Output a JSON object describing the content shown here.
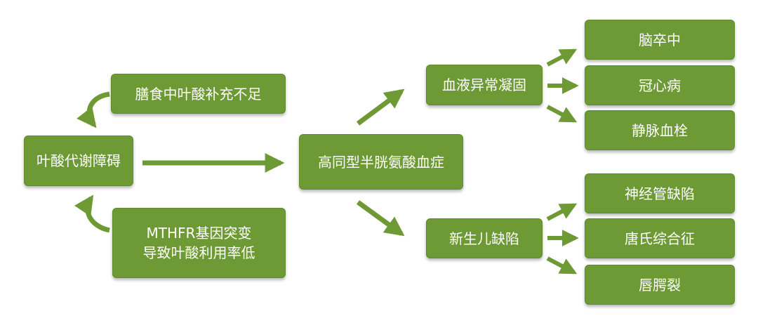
{
  "diagram": {
    "colors": {
      "node_fill": "#6d9a35",
      "node_border": "#5d8a2b",
      "arrow": "#6d9a35",
      "text": "#ffffff"
    },
    "nodes": {
      "dietary_folate": "膳食中叶酸补充不足",
      "folate_metabolism": "叶酸代谢障碍",
      "mthfr_line1": "MTHFR基因突变",
      "mthfr_line2": "导致叶酸利用率低",
      "homocysteinemia": "高同型半胱氨酸血症",
      "blood_coagulation": "血液异常凝固",
      "newborn_defects": "新生儿缺陷",
      "stroke": "脑卒中",
      "coronary": "冠心病",
      "venous_thrombosis": "静脉血栓",
      "neural_tube": "神经管缺陷",
      "down_syndrome": "唐氏综合征",
      "cleft_lip": "唇腭裂"
    }
  }
}
